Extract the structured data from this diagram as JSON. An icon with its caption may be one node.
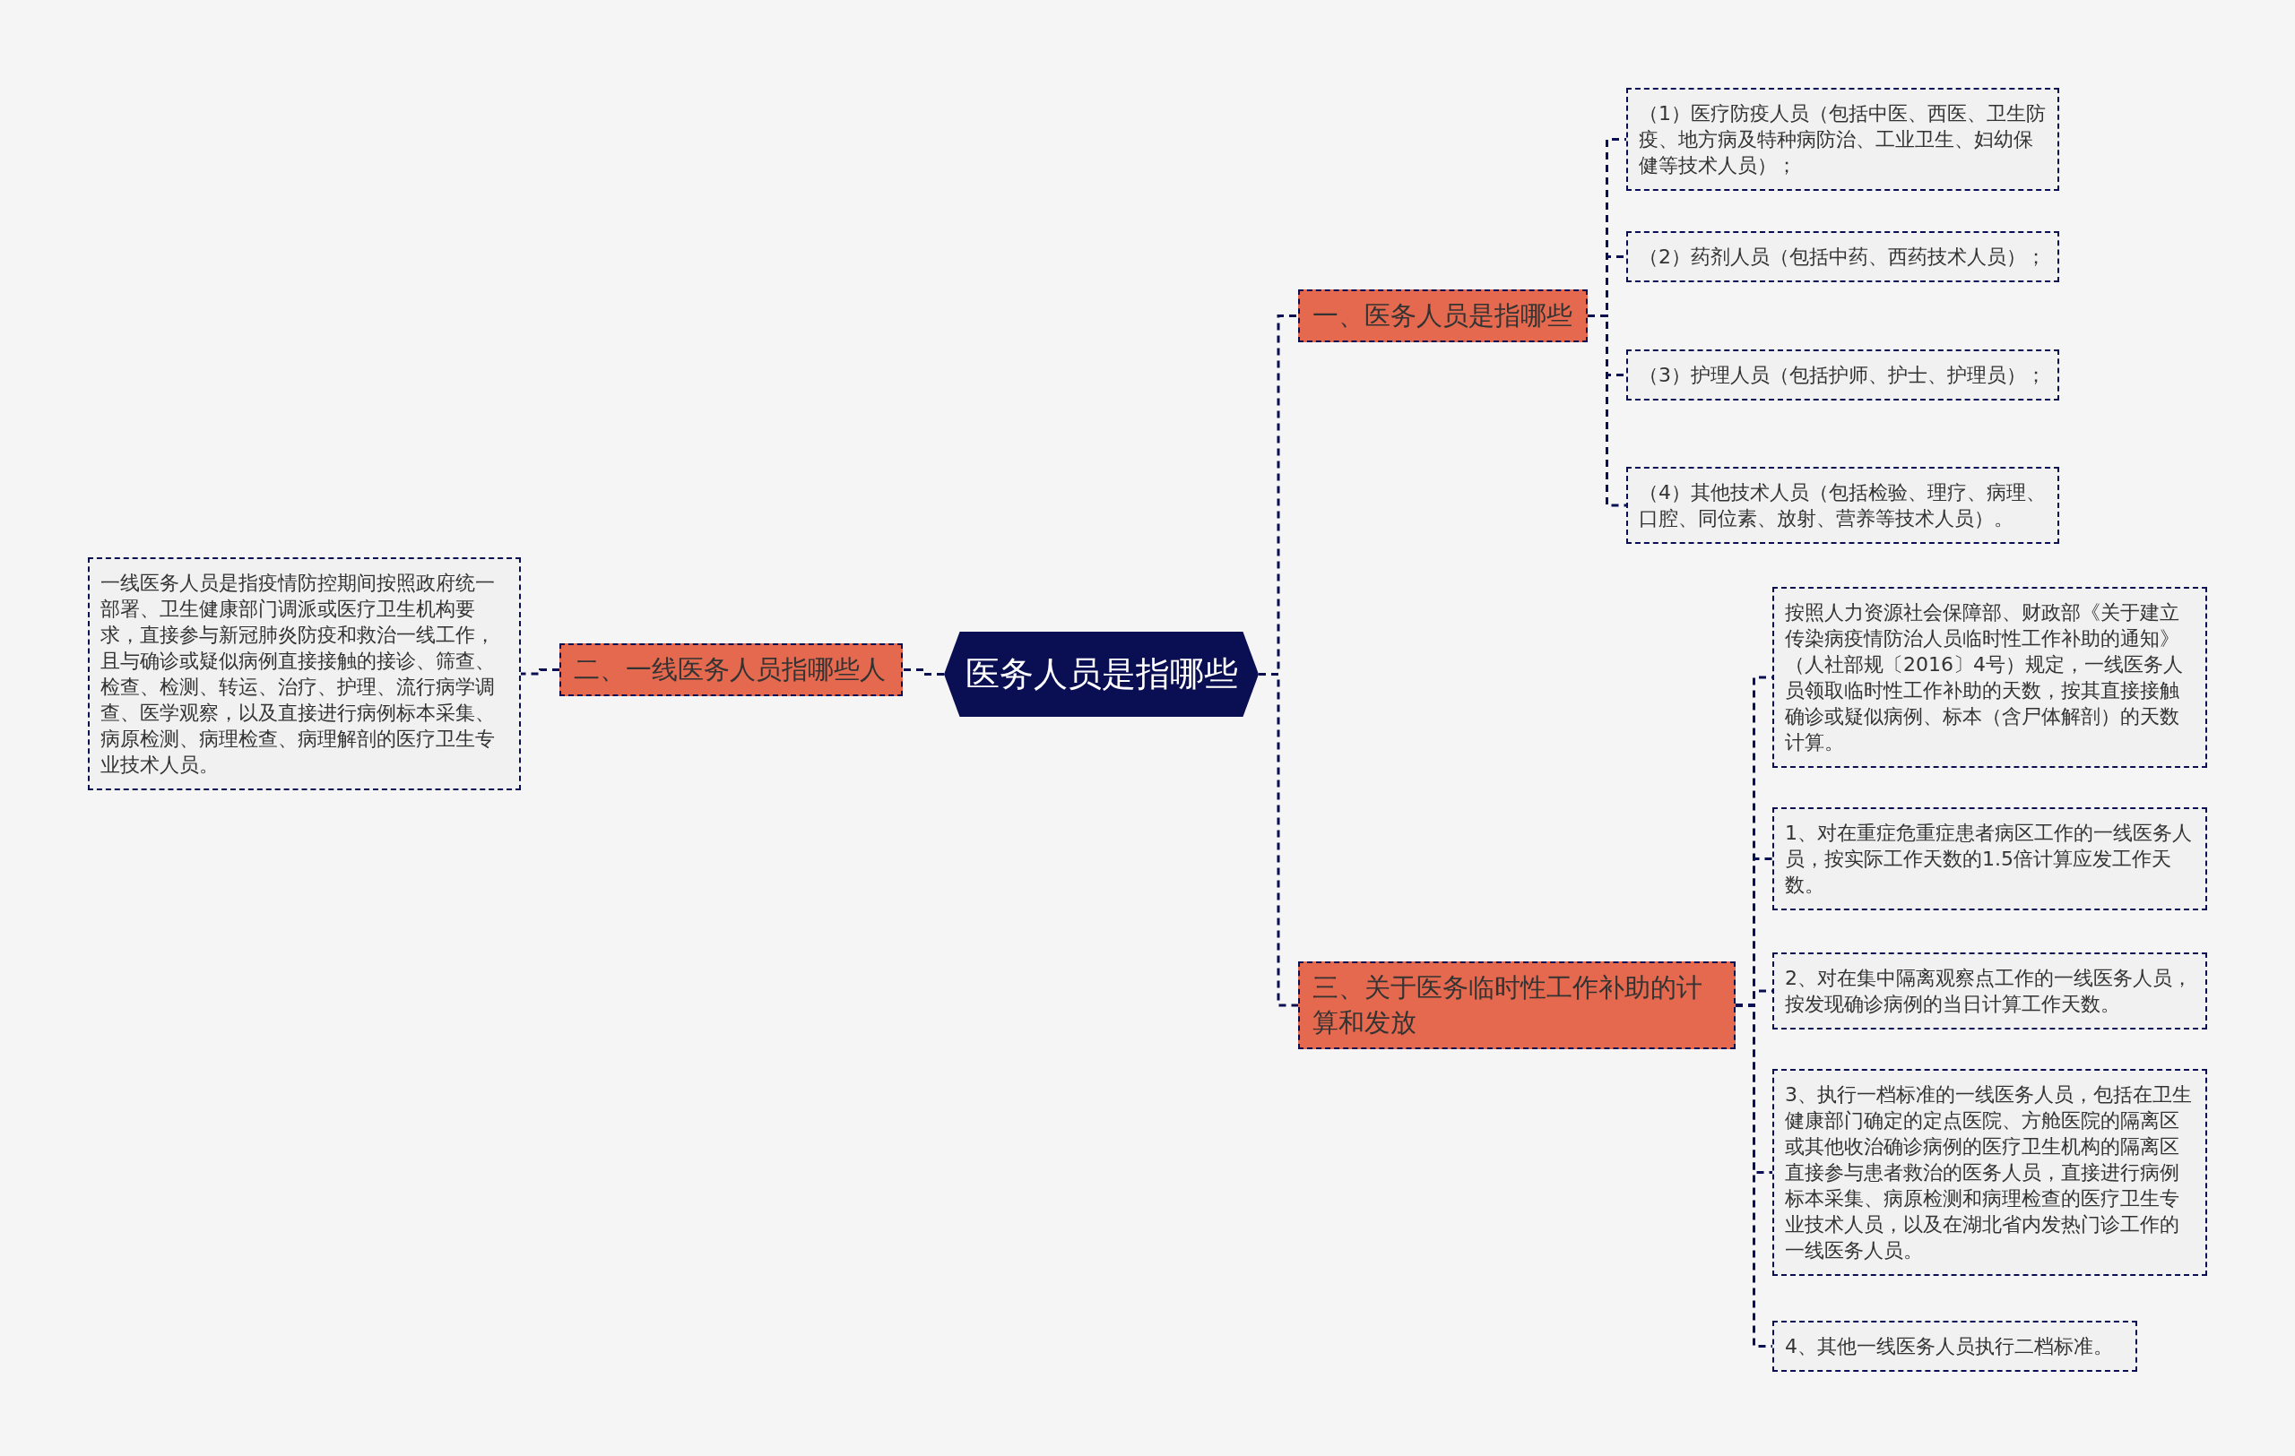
{
  "diagram": {
    "nodes": [
      {
        "text": [
          "医务人员是指哪些"
        ]
      },
      {
        "text": [
          "一、医务人员是指哪些"
        ]
      },
      {
        "text": [
          "（1）医疗防疫人员（包括中医、西医、卫生防疫、地方病及特种病防治、工业卫生、妇幼保健等技术人员）；"
        ]
      },
      {
        "text": [
          "（2）药剂人员（包括中药、西药技术人员）；"
        ]
      },
      {
        "text": [
          "（3）护理人员（包括护师、护士、护理员）；"
        ]
      },
      {
        "text": [
          "（4）其他技术人员（包括检验、理疗、病理、口腔、同位素、放射、营养等技术人员）。"
        ]
      },
      {
        "text": [
          "二、一线医务人员指哪些人"
        ]
      },
      {
        "text": [
          "一线医务人员是指疫情防控期间按照政府统一部署、卫生健康部门调派或医疗卫生机构要求，直接参与新冠肺炎防疫和救治一线工作，且与确诊或疑似病例直接接触的接诊、筛查、检查、检测、转运、治疗、护理、流行病学调查、医学观察，以及直接进行病例标本采集、病原检测、病理检查、病理解剖的医疗卫生专业技术人员。"
        ]
      },
      {
        "text": [
          "三、关于医务临时性工作补助的计算和发放"
        ]
      },
      {
        "text": [
          "按照人力资源社会保障部、财政部《关于建立传染病疫情防治人员临时性工作补助的通知》（人社部规〔2016〕4号）规定，一线医务人员领取临时性工作补助的天数，按其直接接触确诊或疑似病例、标本（含尸体解剖）的天数计算。"
        ]
      },
      {
        "text": [
          "1、对在重症危重症患者病区工作的一线医务人员，按实际工作天数的1.5倍计算应发工作天数。"
        ]
      },
      {
        "text": [
          "2、对在集中隔离观察点工作的一线医务人员，按发现确诊病例的当日计算工作天数。"
        ]
      },
      {
        "text": [
          "3、执行一档标准的一线医务人员，包括在卫生健康部门确定的定点医院、方舱医院的隔离区或其他收治确诊病例的医疗卫生机构的隔离区直接参与患者救治的医务人员，直接进行病例标本采集、病原检测和病理检查的医疗卫生专业技术人员，以及在湖北省内发热门诊工作的一线医务人员。"
        ]
      },
      {
        "text": [
          "4、其他一线医务人员执行二档标准。"
        ]
      }
    ],
    "edges": [
      {
        "from": 0,
        "to": 1,
        "arrow": "none"
      },
      {
        "from": 1,
        "to": 2,
        "arrow": "none"
      },
      {
        "from": 1,
        "to": 3,
        "arrow": "none"
      },
      {
        "from": 1,
        "to": 4,
        "arrow": "none"
      },
      {
        "from": 1,
        "to": 5,
        "arrow": "none"
      },
      {
        "from": 0,
        "to": 6,
        "arrow": "none"
      },
      {
        "from": 6,
        "to": 7,
        "arrow": "none"
      },
      {
        "from": 0,
        "to": 8,
        "arrow": "none"
      },
      {
        "from": 8,
        "to": 9,
        "arrow": "none"
      },
      {
        "from": 8,
        "to": 10,
        "arrow": "none"
      },
      {
        "from": 8,
        "to": 11,
        "arrow": "none"
      },
      {
        "from": 8,
        "to": 12,
        "arrow": "none"
      },
      {
        "from": 8,
        "to": 13,
        "arrow": "none"
      }
    ]
  }
}
